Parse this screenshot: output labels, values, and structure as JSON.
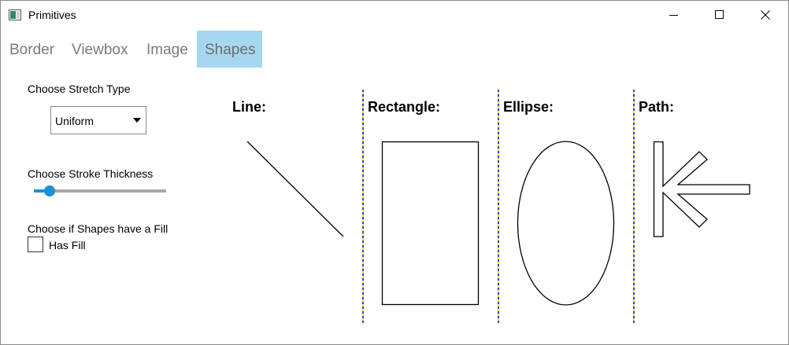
{
  "window": {
    "title": "Primitives"
  },
  "tabs": [
    {
      "label": "Border",
      "selected": false
    },
    {
      "label": "Viewbox",
      "selected": false
    },
    {
      "label": "Image",
      "selected": false
    },
    {
      "label": "Shapes",
      "selected": true
    }
  ],
  "controls": {
    "stretch_label": "Choose Stretch Type",
    "stretch_value": "Uniform",
    "stroke_label": "Choose Stroke Thickness",
    "stroke_level": 0.12,
    "fill_label": "Choose if Shapes have a Fill",
    "fill_checkbox_label": "Has Fill",
    "fill_checked": false
  },
  "shapes": {
    "line_title": "Line:",
    "rectangle_title": "Rectangle:",
    "ellipse_title": "Ellipse:",
    "path_title": "Path:"
  },
  "colors": {
    "selected_tab": "#a5d8f0",
    "accent": "#1e90d6",
    "divider_blue": "#3c3cd0",
    "divider_yellow": "#f0e040"
  }
}
